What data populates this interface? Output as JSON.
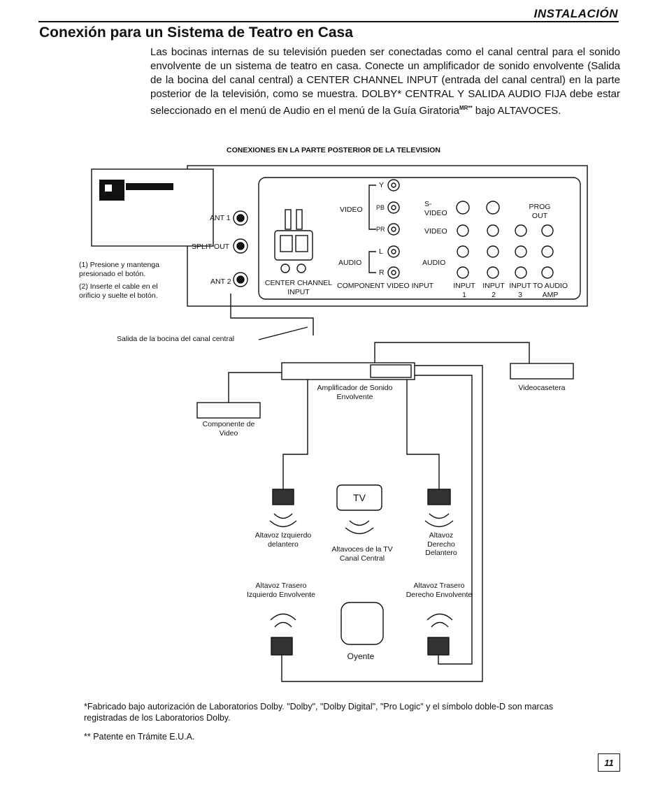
{
  "header": {
    "section": "INSTALACIÓN",
    "title": "Conexión para un Sistema de Teatro en Casa"
  },
  "intro": {
    "text_before_sup": "Las bocinas internas de su televisión pueden ser conectadas como el canal central para el sonido envolvente de un sistema de teatro en casa.  Conecte un amplificador de sonido envolvente (Salida de la bocina del canal central) a CENTER CHANNEL INPUT (entrada del canal central) en la parte posterior de la televisión, como se muestra.  DOLBY* CENTRAL Y SALIDA AUDIO FIJA debe estar seleccionado en el menú de Audio en el menú de la Guía Giratoria",
    "sup": "MR**",
    "text_after_sup": " bajo ALTAVOCES."
  },
  "diagram": {
    "caption": "CONEXIONES EN LA PARTE POSTERIOR DE LA TELEVISION",
    "instructions": [
      "(1) Presione y mantenga presionado el botón.",
      "(2) Inserte el cable en el orificio y suelte el botón."
    ],
    "ant1": "ANT 1",
    "split_out": "SPLIT OUT",
    "ant2": "ANT 2",
    "center_channel": "CENTER CHANNEL INPUT",
    "video": "VIDEO",
    "audio": "AUDIO",
    "y": "Y",
    "pb": "PB",
    "pr": "PR",
    "l": "L",
    "r": "R",
    "component_video_input": "COMPONENT VIDEO INPUT",
    "s_video": "S-VIDEO",
    "video2": "VIDEO",
    "audio2": "AUDIO",
    "prog_out": "PROG OUT",
    "input1": "INPUT 1",
    "input2": "INPUT 2",
    "input3": "INPUT 3",
    "to_audio_amp": "TO AUDIO AMP",
    "center_speaker_out": "Salida de la bocina del canal central",
    "amplifier": "Amplificador de Sonido Envolvente",
    "component_video": "Componente de Video",
    "vcr": "Videocasetera",
    "tv_logo": "TV",
    "front_left": "Altavoz Izquierdo delantero",
    "center_tv": "Altavoces de la TV Canal Central",
    "front_right": "Altavoz Derecho Delantero",
    "rear_left": "Altavoz Trasero Izquierdo Envolvente",
    "rear_right": "Altavoz Trasero Derecho Envolvente",
    "listener": "Oyente"
  },
  "footnotes": {
    "dolby": "*Fabricado bajo autorización de Laboratorios Dolby. \"Dolby\", \"Dolby Digital\", \"Pro Logic\" y el símbolo doble-D son marcas registradas de los Laboratorios Dolby.",
    "patent": "** Patente en Trámite E.U.A."
  },
  "page_number": "11"
}
